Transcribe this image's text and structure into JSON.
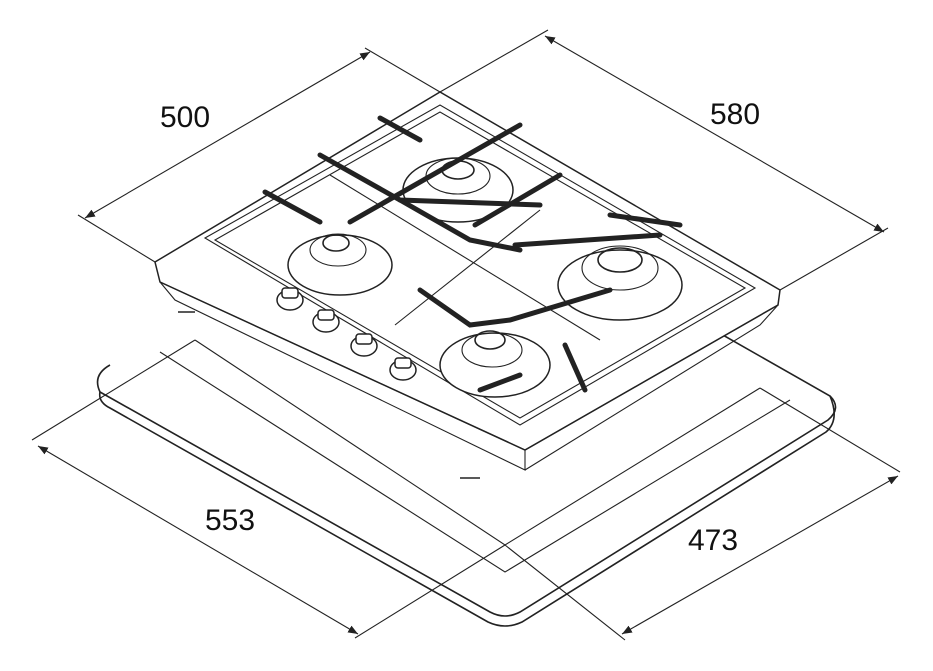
{
  "diagram": {
    "subject": "gas-hob-dimensions",
    "dimensions": {
      "depth_top": "500",
      "width_top": "580",
      "cutout_width": "553",
      "cutout_depth": "473"
    },
    "colors": {
      "line": "#222222",
      "background": "#ffffff"
    }
  }
}
